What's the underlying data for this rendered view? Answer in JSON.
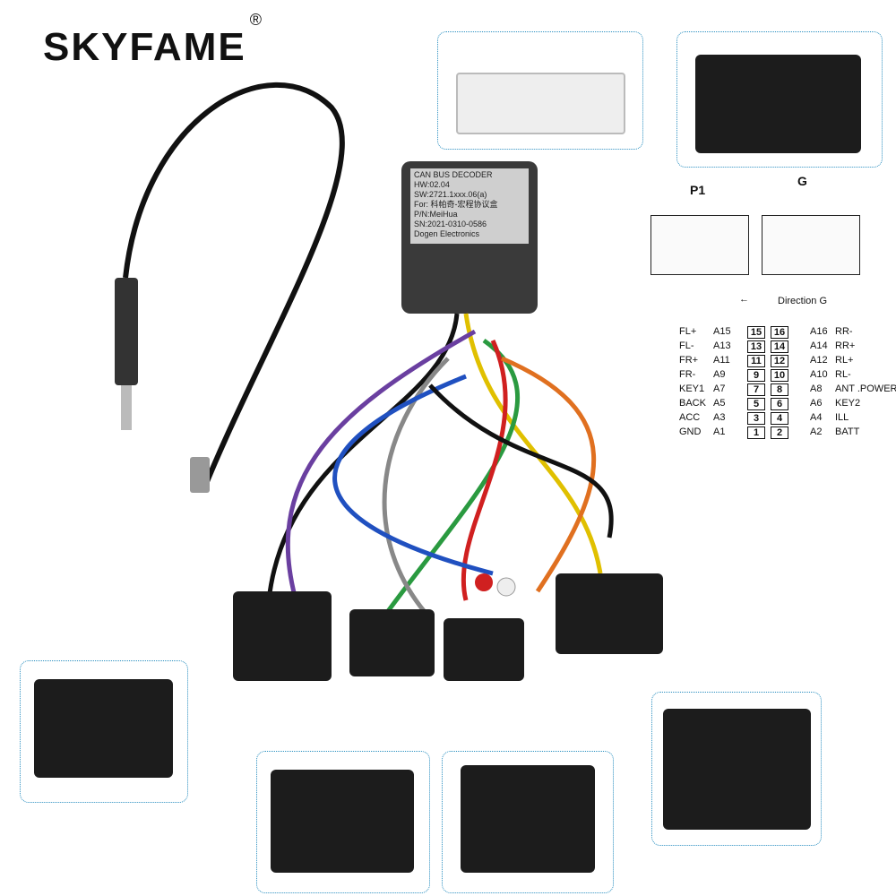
{
  "brand": {
    "name": "SKYFAME",
    "registered": "®"
  },
  "decoder_label": {
    "lines": [
      "CAN BUS DECODER",
      "HW:02.04",
      "SW:2721.1xxx.06(a)",
      "For: 科帕奇-宏程协议盒",
      "P/N:MeiHua",
      "SN:2021-0310-0586",
      "Dogen Electronics"
    ]
  },
  "diagram": {
    "p1_label": "P1",
    "g_label": "G",
    "direction": "Direction G",
    "pins": [
      {
        "left_name": "FL+",
        "left_code": "A15",
        "left_pin": "15",
        "right_pin": "16",
        "right_code": "A16",
        "right_name": "RR-"
      },
      {
        "left_name": "FL-",
        "left_code": "A13",
        "left_pin": "13",
        "right_pin": "14",
        "right_code": "A14",
        "right_name": "RR+"
      },
      {
        "left_name": "FR+",
        "left_code": "A11",
        "left_pin": "11",
        "right_pin": "12",
        "right_code": "A12",
        "right_name": "RL+"
      },
      {
        "left_name": "FR-",
        "left_code": "A9",
        "left_pin": "9",
        "right_pin": "10",
        "right_code": "A10",
        "right_name": "RL-"
      },
      {
        "left_name": "KEY1",
        "left_code": "A7",
        "left_pin": "7",
        "right_pin": "8",
        "right_code": "A8",
        "right_name": "ANT .POWER"
      },
      {
        "left_name": "BACK",
        "left_code": "A5",
        "left_pin": "5",
        "right_pin": "6",
        "right_code": "A6",
        "right_name": "KEY2"
      },
      {
        "left_name": "ACC",
        "left_code": "A3",
        "left_pin": "3",
        "right_pin": "4",
        "right_code": "A4",
        "right_name": "ILL"
      },
      {
        "left_name": "GND",
        "left_code": "A1",
        "left_pin": "1",
        "right_pin": "2",
        "right_code": "A2",
        "right_name": "BATT"
      }
    ]
  },
  "colors": {
    "callout_border": "#2a8fc0",
    "connector": "#1c1c1c",
    "decoder_body": "#3a3a3a"
  }
}
